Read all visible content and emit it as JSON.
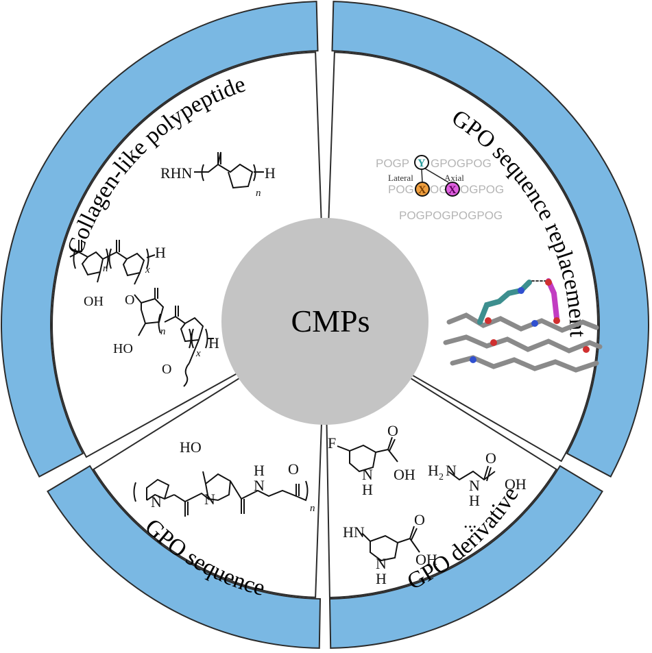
{
  "center": {
    "label": "CMPs"
  },
  "segments": [
    {
      "id": "collagen-like-polypeptide",
      "title": "Collagen-like polypeptide",
      "labels": {
        "rhn": "RHN",
        "h1": "H",
        "n1": "n",
        "n2": "n",
        "x1": "x",
        "h2": "H",
        "oh1": "OH",
        "o1": "O",
        "n3": "n",
        "ho1": "HO",
        "x2": "x",
        "h3": "H",
        "o2": "O"
      }
    },
    {
      "id": "gpo-sequence-replacement",
      "title": "GPO sequence replacement",
      "labels": {
        "seq1": "POGP",
        "seq1b": "GPOGPOG",
        "y": "Y",
        "lateral": "Lateral",
        "axial": "Axial",
        "seq2": "POG",
        "x_orange": "X",
        "seq2b": "OG",
        "x_magenta": "X",
        "seq2c": "OGPOG",
        "seq3": "POGPOGPOGPOG"
      }
    },
    {
      "id": "gpo-derivative",
      "title": "GPO derivative",
      "labels": {
        "f": "F",
        "o1": "O",
        "nh1": "N",
        "h1": "H",
        "oh1": "OH",
        "h2n": "H",
        "sub2": "2",
        "n_hyd": "N",
        "n_hyd2": "N",
        "h_hyd": "H",
        "o2": "O",
        "oh2": "OH",
        "hn": "HN",
        "o3": "O",
        "n3": "N",
        "h3": "H",
        "oh3": "OH",
        "ellipsis": "..."
      }
    },
    {
      "id": "gpo-sequence",
      "title": "GPO sequence",
      "labels": {
        "ho": "HO",
        "n1": "N",
        "n2": "N",
        "h": "H",
        "n3": "N",
        "o": "O",
        "sub": "n"
      }
    }
  ],
  "colors": {
    "ring": "#7ab8e3",
    "ring_stroke": "#2b2b2b",
    "center": "#c4c4c4",
    "teal": "#3d8f8f",
    "magenta": "#c23cc2",
    "orange": "#f0a040"
  }
}
